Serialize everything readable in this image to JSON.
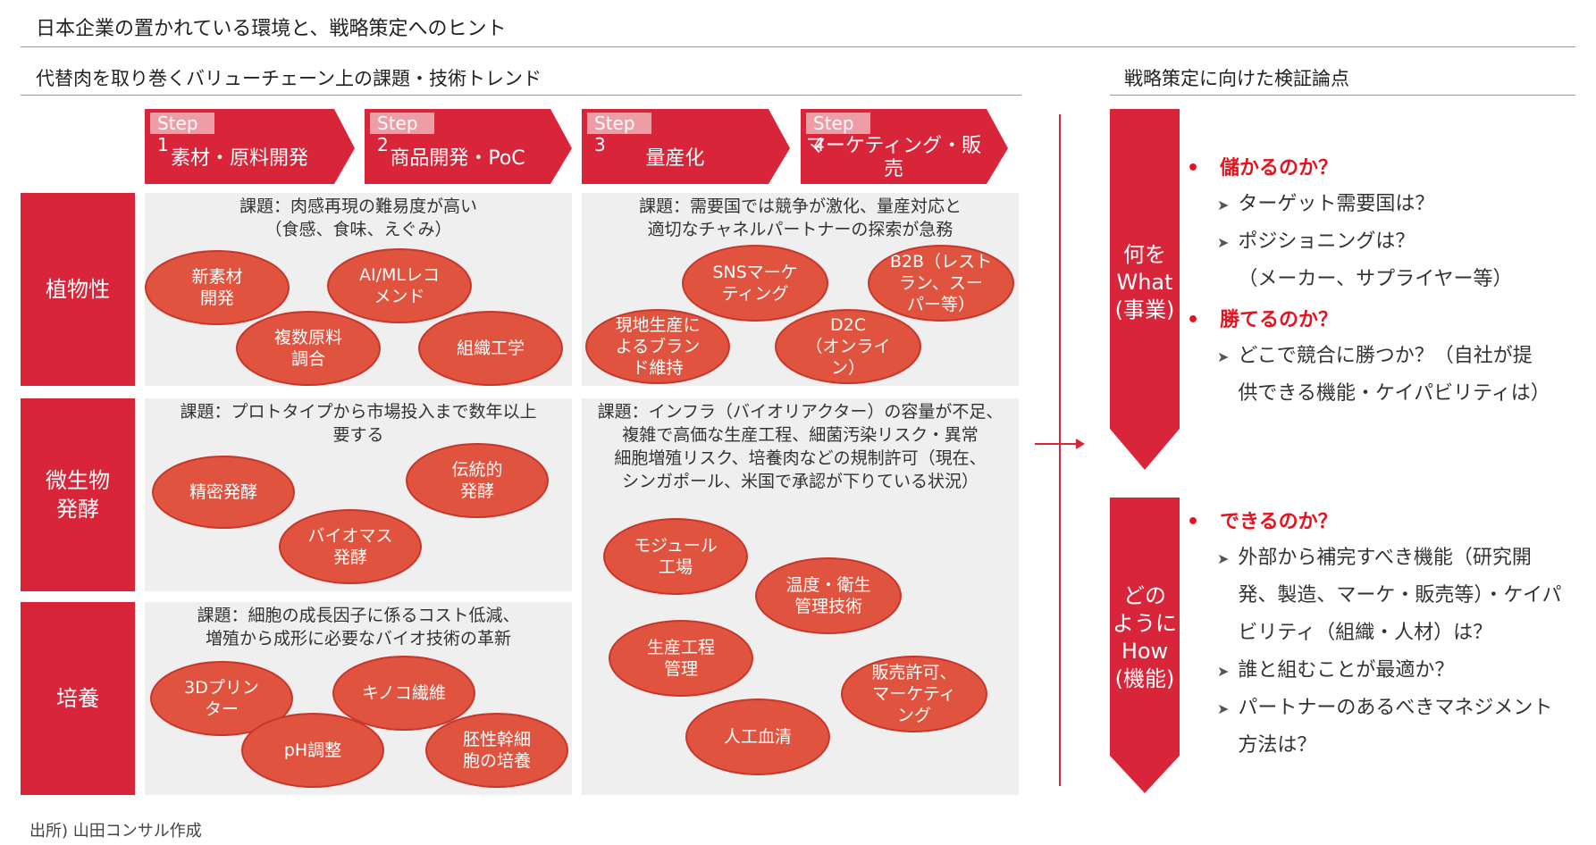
{
  "title": "日本企業の置かれている環境と、戦略策定へのヒント",
  "left_header": "代替肉を取り巻くバリューチェーン上の課題・技術トレンド",
  "right_header": "戦略策定に向けた検証論点",
  "source": "出所) 山田コンサル作成",
  "steps": [
    {
      "label": "Step 1",
      "name": "素材・原料開発"
    },
    {
      "label": "Step 2",
      "name": "商品開発・PoC"
    },
    {
      "label": "Step 3",
      "name": "量産化"
    },
    {
      "label": "Step 4",
      "name": "マーケティング・販売"
    }
  ],
  "rows": [
    {
      "label": "植物性",
      "left_issue": "課題：肉感再現の難易度が高い\n（食感、食味、えぐみ）",
      "left_bubbles": [
        "新素材\n開発",
        "AI/MLレコ\nメンド",
        "複数原料\n調合",
        "組織工学"
      ],
      "right_issue": "課題：需要国では競争が激化、量産対応と\n適切なチャネルパートナーの探索が急務",
      "right_bubbles": [
        "SNSマーケ\nティング",
        "B2B（レスト\nラン、スー\nパー等）",
        "現地生産に\nよるブラン\nド維持",
        "D2C\n（オンライ\nン）"
      ]
    },
    {
      "label": "微生物\n発酵",
      "left_issue": "課題：プロトタイプから市場投入まで数年以上\n要する",
      "left_bubbles": [
        "精密発酵",
        "伝統的\n発酵",
        "バイオマス\n発酵"
      ]
    },
    {
      "label": "培養",
      "left_issue": "課題：細胞の成長因子に係るコスト低減、\n増殖から成形に必要なバイオ技術の革新",
      "left_bubbles": [
        "3Dプリン\nター",
        "キノコ繊維",
        "pH調整",
        "胚性幹細\n胞の培養"
      ]
    }
  ],
  "right_lower": {
    "issue": "課題：インフラ（バイオリアクター）の容量が不足、\n複雑で高価な生産工程、細菌汚染リスク・異常\n細胞増殖リスク、培養肉などの規制許可（現在、\nシンガポール、米国で承認が下りている状況）",
    "bubbles": [
      "モジュール\n工場",
      "温度・衛生\n管理技術",
      "生産工程\n管理",
      "販売許可、\nマーケティ\nング",
      "人工血清"
    ]
  },
  "strategy": [
    {
      "chevron": "何を\nWhat\n(事業)",
      "points": [
        {
          "head": "儲かるのか？",
          "subs": [
            "ターゲット需要国は？",
            "ポジショニングは？\n（メーカー、サプライヤー等）"
          ]
        },
        {
          "head": "勝てるのか？",
          "subs": [
            "どこで競合に勝つか？（自社が提\n供できる機能・ケイパビリティは）"
          ]
        }
      ]
    },
    {
      "chevron": "どの\nように\nHow\n(機能)",
      "points": [
        {
          "head": "できるのか？",
          "subs": [
            "外部から補完すべき機能（研究開\n発、製造、マーケ・販売等）・ケイパ\nビリティ（組織・人材）は？",
            "誰と組むことが最適か？",
            "パートナーのあるべきマネジメント\n方法は？"
          ]
        }
      ]
    }
  ],
  "colors": {
    "accent": "#d9253a",
    "bubble": "#e0533f",
    "panel": "#efefef",
    "point_head": "#e8121e"
  }
}
